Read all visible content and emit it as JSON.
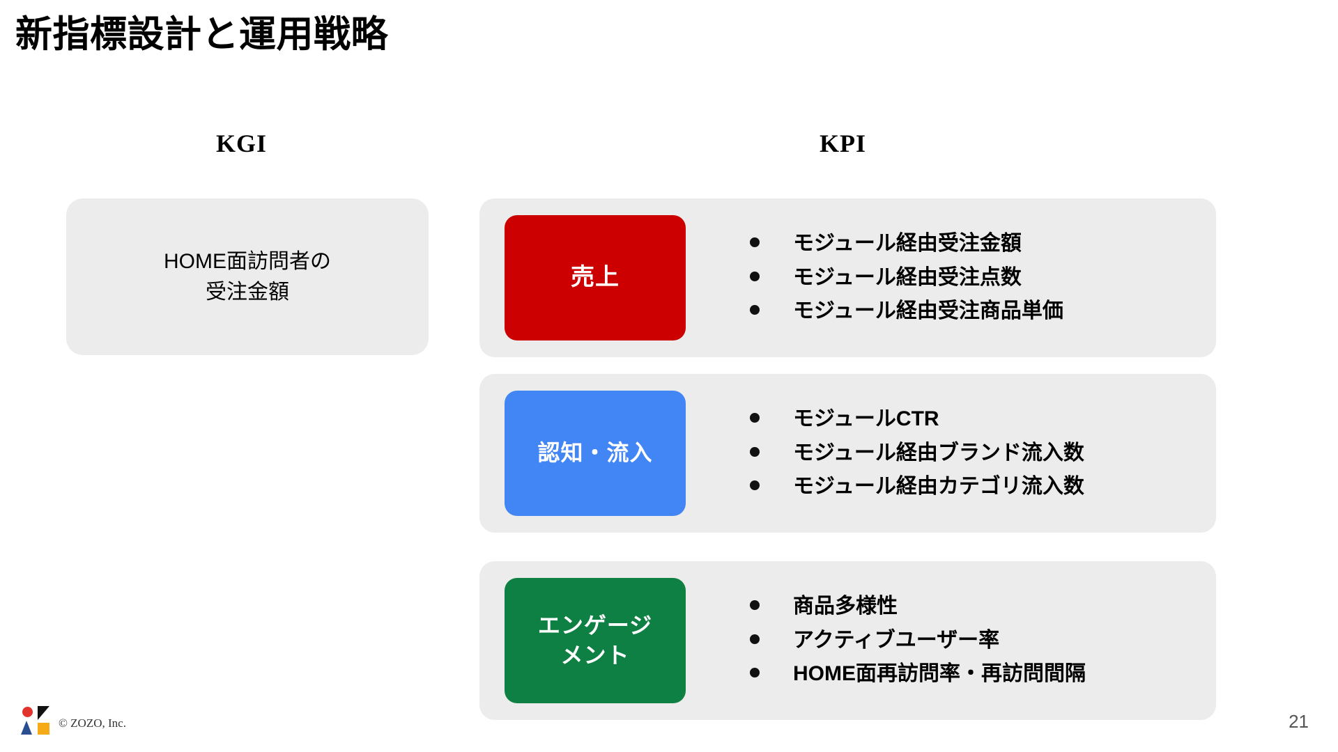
{
  "slide": {
    "title": "新指標設計と運用戦略",
    "page_number": "21"
  },
  "columns": {
    "kgi_header": "KGI",
    "kpi_header": "KPI"
  },
  "kgi": {
    "line1": "HOME面訪問者の",
    "line2": "受注金額"
  },
  "kpi_rows": [
    {
      "chip_label": "売上",
      "chip_color": "#CC0000",
      "items": [
        "モジュール経由受注金額",
        "モジュール経由受注点数",
        "モジュール経由受注商品単価"
      ]
    },
    {
      "chip_label": "認知・流入",
      "chip_color": "#4285F4",
      "items": [
        "モジュールCTR",
        "モジュール経由ブランド流入数",
        "モジュール経由カテゴリ流入数"
      ]
    },
    {
      "chip_label_line1": "エンゲージ",
      "chip_label_line2": "メント",
      "chip_color": "#0F8043",
      "items": [
        "商品多様性",
        "アクティブユーザー率",
        "HOME面再訪問率・再訪問間隔"
      ]
    }
  ],
  "footer": {
    "copyright": "© ZOZO, Inc."
  },
  "colors": {
    "card_bg": "#ececec",
    "text": "#000000",
    "sales_red": "#CC0000",
    "aware_blue": "#4285F4",
    "engage_green": "#0F8043"
  }
}
